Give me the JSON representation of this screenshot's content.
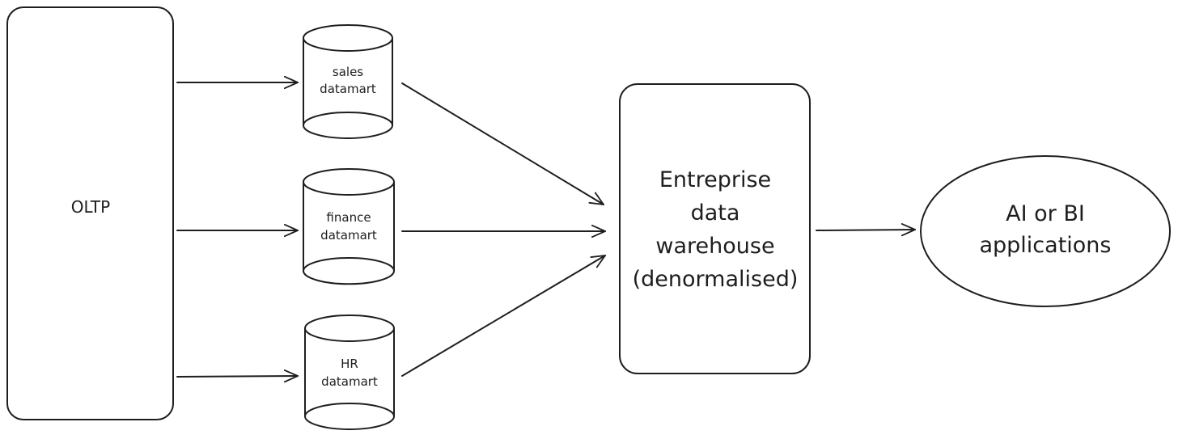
{
  "nodes": {
    "oltp": {
      "label": "OLTP"
    },
    "sales_datamart": {
      "lines": [
        "sales",
        "datamart"
      ]
    },
    "finance_datamart": {
      "lines": [
        "finance",
        "datamart"
      ]
    },
    "hr_datamart": {
      "lines": [
        "HR",
        "datamart"
      ]
    },
    "warehouse": {
      "lines": [
        "Entreprise",
        "data",
        "warehouse",
        "(denormalised)"
      ]
    },
    "applications": {
      "lines": [
        "AI or BI",
        "applications"
      ]
    }
  },
  "edges": [
    {
      "from": "OLTP",
      "to": "sales datamart"
    },
    {
      "from": "OLTP",
      "to": "finance datamart"
    },
    {
      "from": "OLTP",
      "to": "HR datamart"
    },
    {
      "from": "sales datamart",
      "to": "Entreprise data warehouse (denormalised)"
    },
    {
      "from": "finance datamart",
      "to": "Entreprise data warehouse (denormalised)"
    },
    {
      "from": "HR datamart",
      "to": "Entreprise data warehouse (denormalised)"
    },
    {
      "from": "Entreprise data warehouse (denormalised)",
      "to": "AI or BI applications"
    }
  ],
  "colors": {
    "stroke": "#1e1e1e",
    "background": "#ffffff"
  }
}
